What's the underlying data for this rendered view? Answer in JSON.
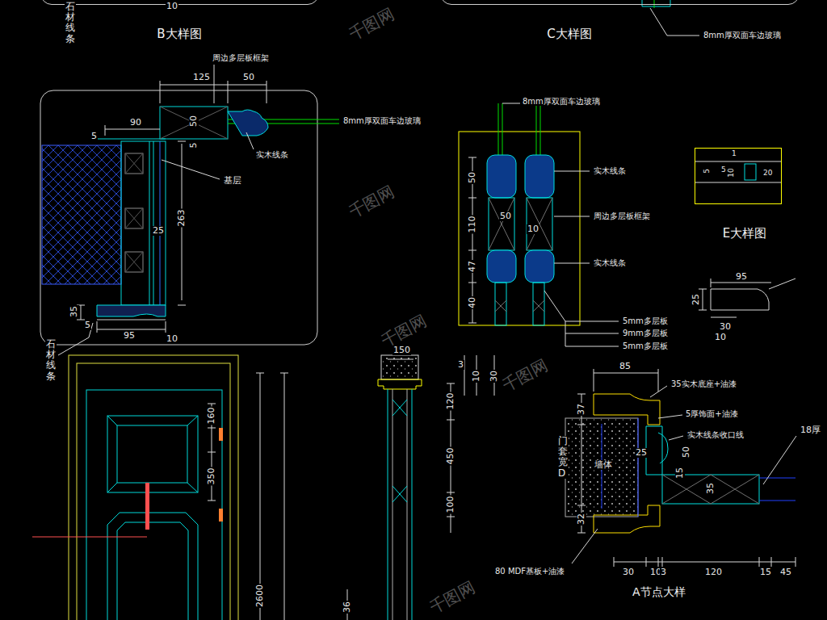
{
  "diagram": {
    "nodes": [
      {
        "text": [
          "B大样图"
        ]
      },
      {
        "text": [
          "C大样图"
        ]
      },
      {
        "text": [
          "E大样图"
        ]
      }
    ],
    "labels": [
      "石材线条",
      "10",
      "周边多层板框架",
      "125",
      "50",
      "90",
      "50",
      "5",
      "8mm厚双面车边玻璃",
      "5",
      "实木线条",
      "基层",
      "263",
      "25",
      "35",
      "5",
      "95",
      "10",
      "石材线条",
      "8mm厚双面车边玻璃",
      "8mm厚双面车边玻璃",
      "实木线条",
      "周边多层板框架",
      "实木线条",
      "5mm多层板",
      "9mm多层板",
      "5mm多层板",
      "50",
      "110",
      "50",
      "10",
      "47",
      "40",
      "1",
      "5",
      "5",
      "10",
      "20",
      "95",
      "25",
      "30",
      "10",
      "160",
      "350",
      "2600",
      "150",
      "10",
      "30",
      "120",
      "450",
      "100",
      "3",
      "36",
      "85",
      "35实木底座+油漆",
      "37",
      "5厚饰面+油漆",
      "实木线条收口线",
      "18厚",
      "门套宽 D",
      "墙体",
      "25",
      "50",
      "15",
      "35",
      "32",
      "30",
      "10",
      "3",
      "120",
      "15",
      "45",
      "80 MDF基板+油漆",
      "A节点大样",
      "千图网",
      "千图网",
      "千图网",
      "千图网",
      "千图网"
    ]
  }
}
